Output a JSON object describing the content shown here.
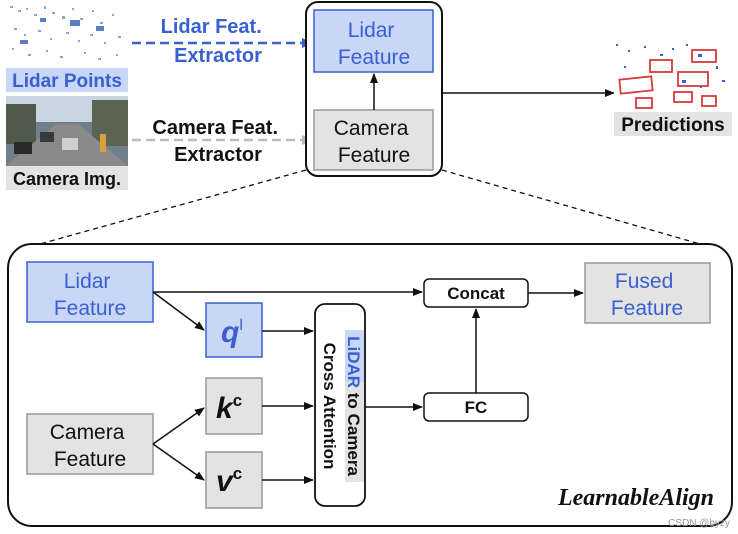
{
  "top": {
    "lidar_points_label": "Lidar Points",
    "camera_img_label": "Camera Img.",
    "lidar_extractor": [
      "Lidar Feat.",
      "Extractor"
    ],
    "camera_extractor": [
      "Camera Feat.",
      "Extractor"
    ],
    "lidar_feature": [
      "Lidar",
      "Feature"
    ],
    "camera_feature": [
      "Camera",
      "Feature"
    ],
    "predictions_label": "Predictions"
  },
  "detail": {
    "lidar_feature": [
      "Lidar",
      "Feature"
    ],
    "camera_feature": [
      "Camera",
      "Feature"
    ],
    "q_main": "q",
    "q_sup": "l",
    "k_main": "k",
    "k_sup": "c",
    "v_main": "v",
    "v_sup": "c",
    "cross_attention_lidar": "LiDAR",
    "cross_attention_rest": " to Camera",
    "cross_attention_line2": "Cross Attention",
    "concat_label": "Concat",
    "fc_label": "FC",
    "fused_feature": [
      "Fused",
      "Feature"
    ],
    "title": "LearnableAlign"
  },
  "watermark": "CSDN @byzy",
  "colors": {
    "lidar_blue": "#3b5fd0",
    "lidar_fill": "#c7d7f5",
    "gray_fill": "#e3e3e3",
    "dark_text": "#111111",
    "pred_red": "#d93a3a"
  }
}
